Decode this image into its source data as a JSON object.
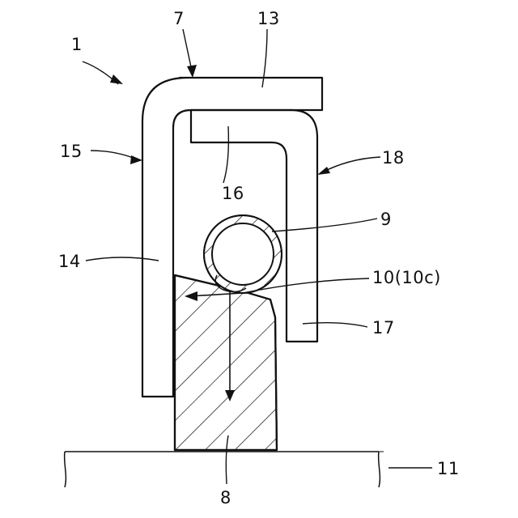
{
  "figure": {
    "labels": {
      "l1": "1",
      "l7": "7",
      "l13": "13",
      "l15": "15",
      "l18": "18",
      "l16": "16",
      "l9": "9",
      "l14": "14",
      "l10": "10(10c)",
      "l17": "17",
      "l8": "8",
      "l11": "11"
    }
  }
}
